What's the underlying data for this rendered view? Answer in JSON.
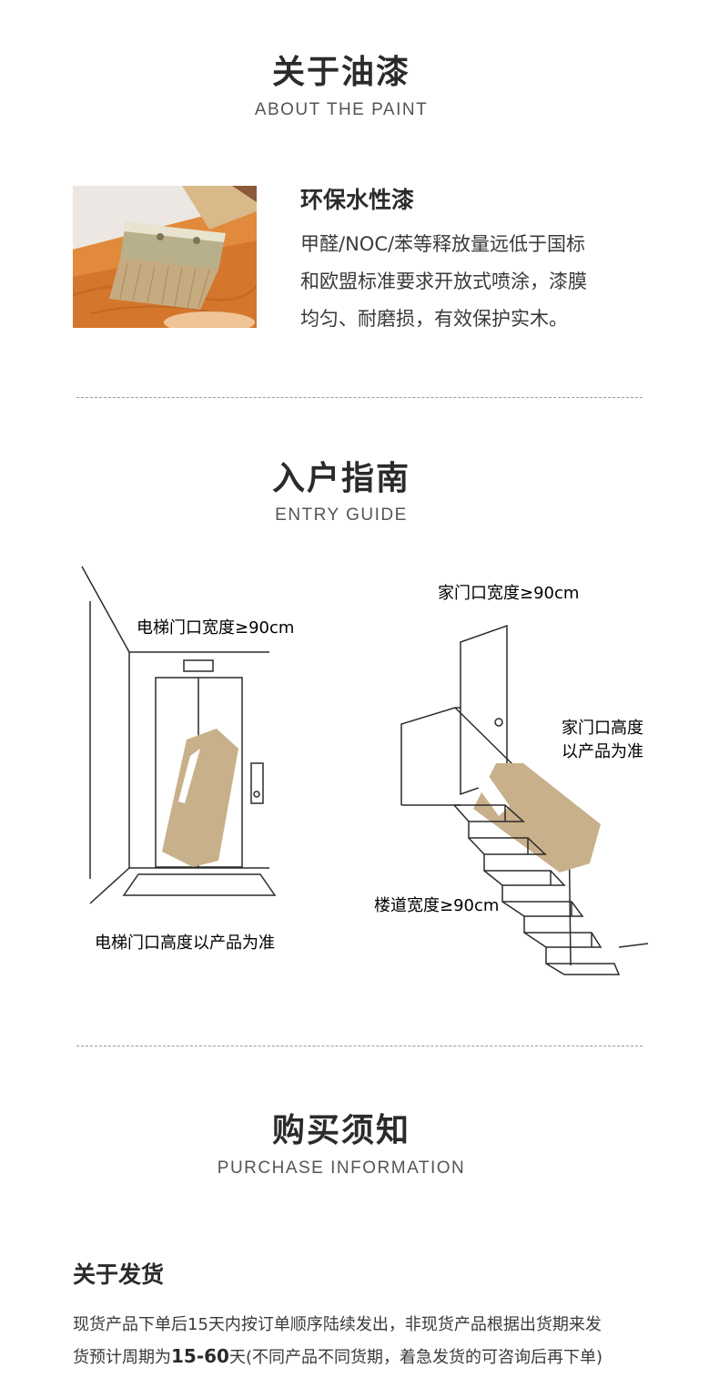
{
  "about_paint": {
    "title": "关于油漆",
    "subtitle": "ABOUT THE PAINT",
    "item_title": "环保水性漆",
    "item_lines": [
      "甲醛/NOC/苯等释放量远低于国标",
      "和欧盟标准要求开放式喷涂，漆膜",
      "均匀、耐磨损，有效保护实木。"
    ],
    "image_icon": "paint-brush-photo"
  },
  "entry_guide": {
    "title": "入户指南",
    "subtitle": "ENTRY GUIDE",
    "elevator_width_label": "电梯门口宽度≥90cm",
    "elevator_height_label": "电梯门口高度以产品为准",
    "door_width_label": "家门口宽度≥90cm",
    "door_height_line1": "家门口高度",
    "door_height_line2": "以产品为准",
    "stair_width_label": "楼道宽度≥90cm",
    "accent_color": "#c8b08a"
  },
  "purchase": {
    "title": "购买须知",
    "subtitle": "PURCHASE INFORMATION",
    "shipping_heading": "关于发货",
    "shipping_line1": "现货产品下单后15天内按订单顺序陆续发出，非现货产品根据出货期来发",
    "shipping_line2_prefix": "货预计周期为",
    "shipping_line2_bold": "15-60",
    "shipping_line2_suffix": "天(不同产品不同货期，着急发货的可咨询后再下单)"
  }
}
